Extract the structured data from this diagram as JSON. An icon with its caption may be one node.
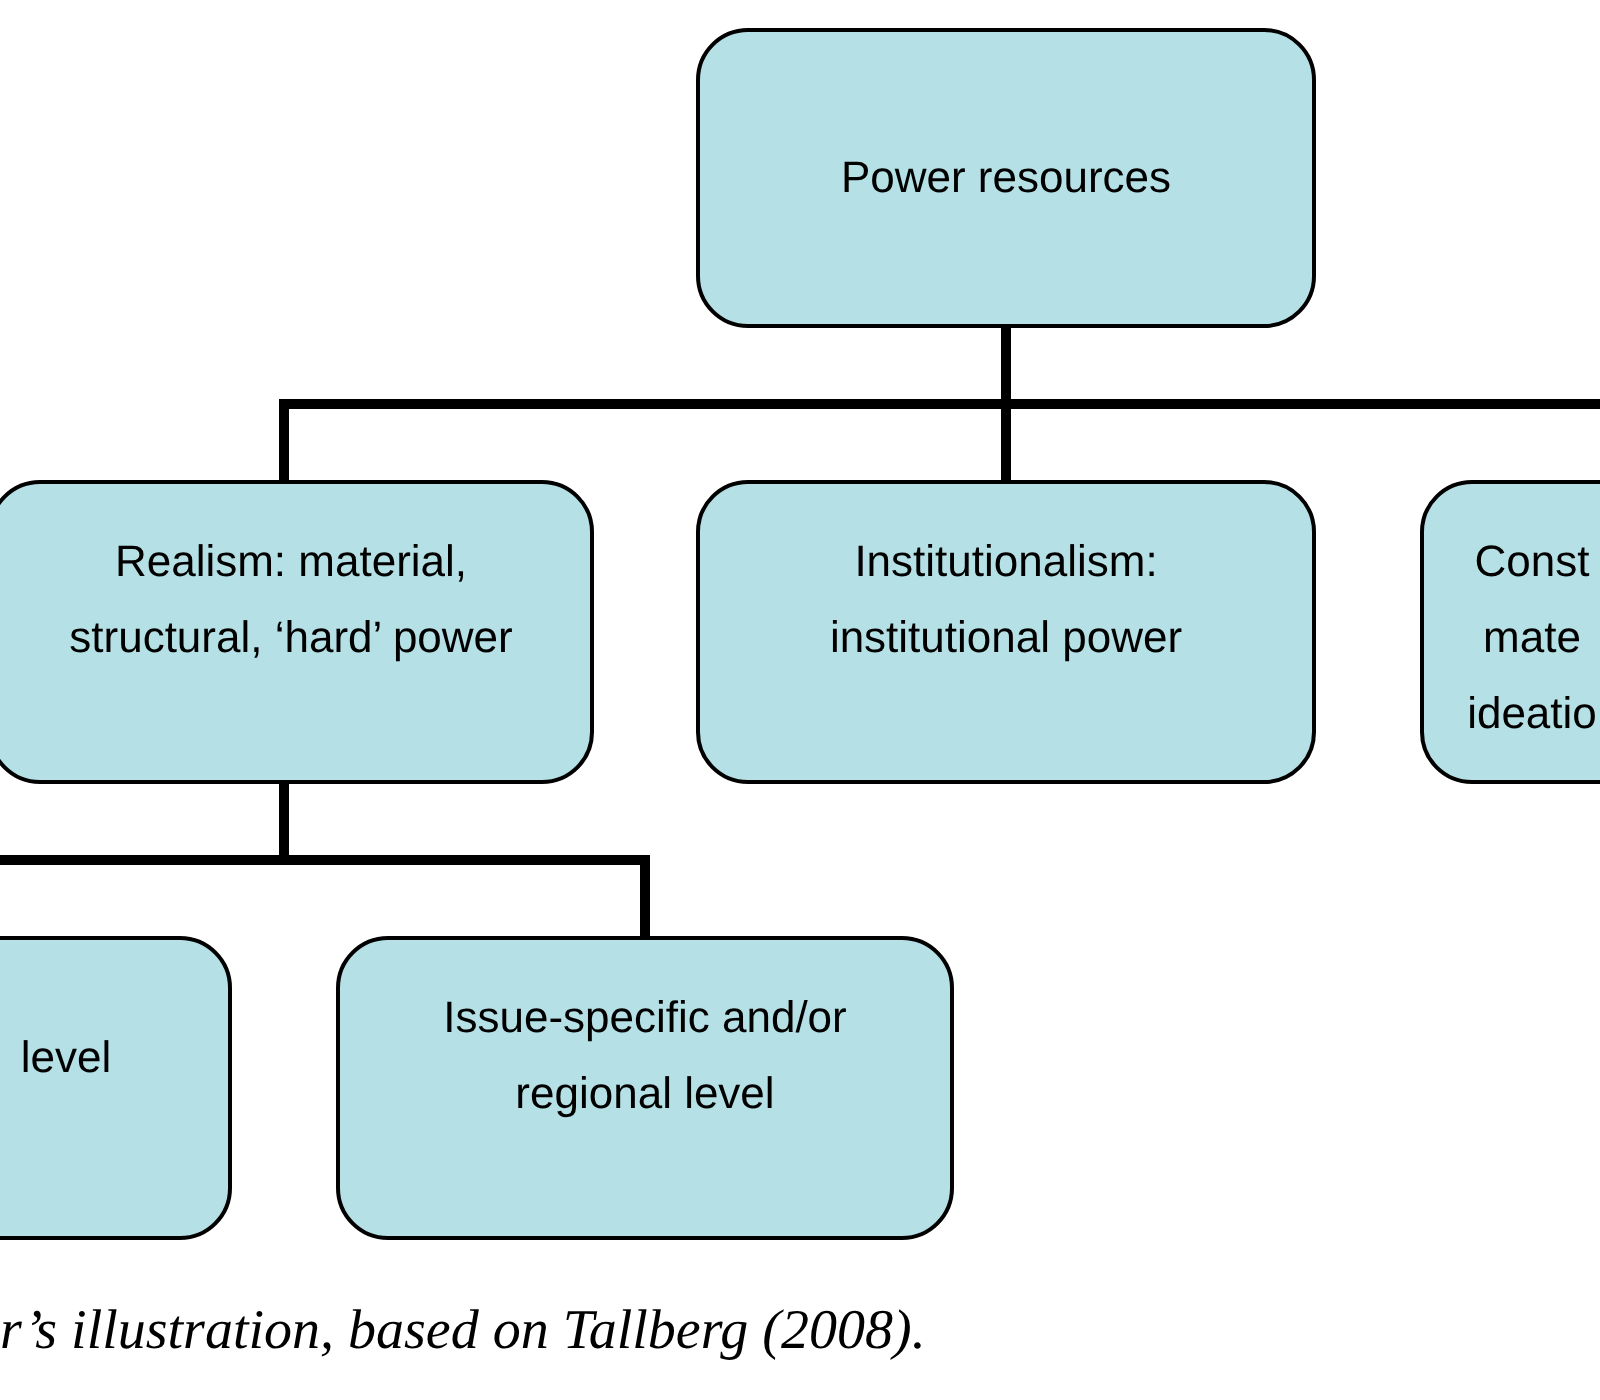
{
  "diagram": {
    "caption": "r’s illustration, based on Tallberg (2008).",
    "nodes": [
      {
        "text": [
          "Power resources"
        ]
      },
      {
        "text": [
          "Realism: material, structural, ‘hard’ power"
        ]
      },
      {
        "text": [
          "Institutionalism: institutional power"
        ]
      },
      {
        "text": [
          "Const mate ideatio"
        ]
      },
      {
        "text": [
          "level"
        ]
      },
      {
        "text": [
          "Issue-specific and/or regional level"
        ]
      }
    ],
    "edges": [
      {
        "from": 0,
        "to": 1,
        "arrow": "none"
      },
      {
        "from": 0,
        "to": 2,
        "arrow": "none"
      },
      {
        "from": 0,
        "to": 3,
        "arrow": "none"
      },
      {
        "from": 1,
        "to": 4,
        "arrow": "none"
      },
      {
        "from": 1,
        "to": 5,
        "arrow": "none"
      }
    ]
  }
}
